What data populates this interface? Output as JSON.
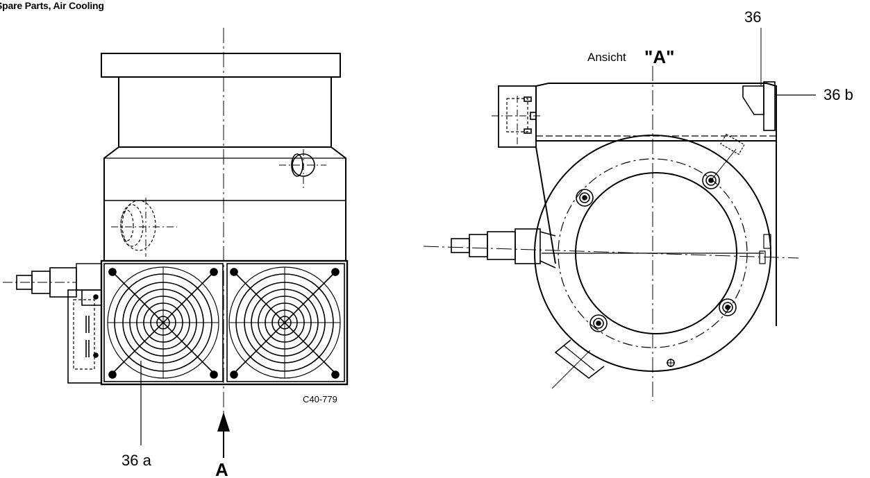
{
  "header": {
    "title": "Spare Parts, Air Cooling"
  },
  "labels": {
    "part_36": "36",
    "part_36b": "36 b",
    "part_36a": "36 a",
    "view_prefix": "Ansicht ",
    "view_letter": "\"A\"",
    "arrow_letter": "A",
    "drawing_number": "C40-779"
  }
}
